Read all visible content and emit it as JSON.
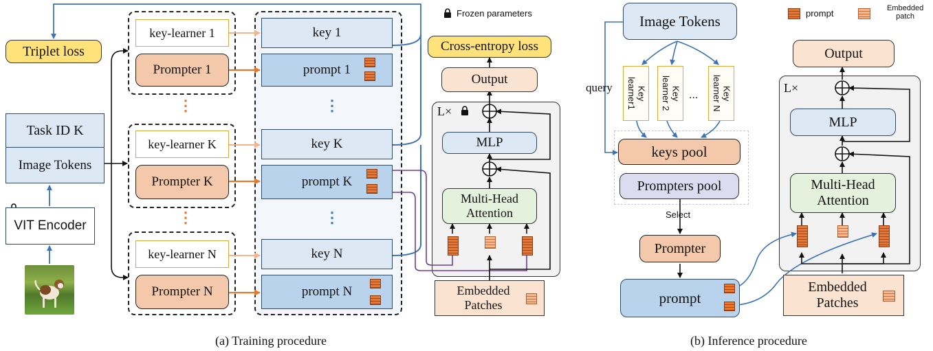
{
  "legend_a": {
    "frozen": "Frozen parameters"
  },
  "legend_b": {
    "prompt": "prompt",
    "embedded": "Embedded\npatch"
  },
  "training": {
    "triplet_loss": "Triplet loss",
    "task_id": "Task ID K",
    "image_tokens": "Image Tokens",
    "vit_encoder": "VIT Encoder",
    "key_learners": [
      "key-learner 1",
      "key-learner K",
      "key-learner N"
    ],
    "prompters": [
      "Prompter 1",
      "Prompter K",
      "Prompter N"
    ],
    "keys": [
      "key 1",
      "key K",
      "key N"
    ],
    "prompts": [
      "prompt 1",
      "prompt K",
      "prompt N"
    ],
    "cross_entropy": "Cross-entropy loss",
    "output": "Output",
    "lx": "L×",
    "mlp": "MLP",
    "mha": "Multi-Head\nAttention",
    "embedded_patches": "Embedded\nPatches",
    "caption": "(a) Training procedure"
  },
  "inference": {
    "image_tokens": "Image Tokens",
    "query": "query",
    "key_learners": [
      "Key\nlearner1",
      "Key\nlearner 2",
      "Key\nlearner N"
    ],
    "ellipsis": "...",
    "keys_pool": "keys pool",
    "prompters_pool": "Prompters pool",
    "select": "Select",
    "prompter": "Prompter",
    "prompt": "prompt",
    "output": "Output",
    "lx": "L×",
    "mlp": "MLP",
    "mha": "Multi-Head\nAttention",
    "embedded_patches": "Embedded\nPatches",
    "caption": "(b) Inference procedure"
  }
}
